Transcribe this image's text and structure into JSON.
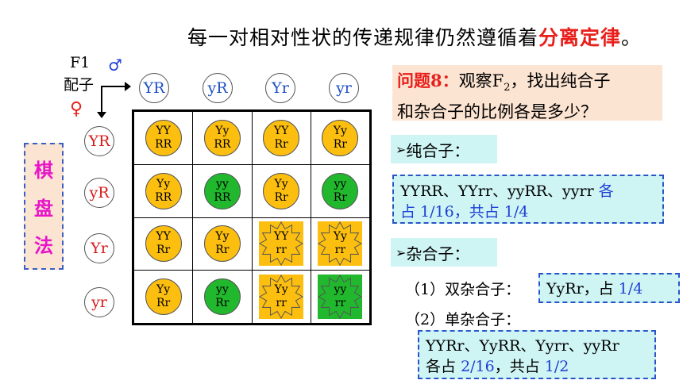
{
  "title": {
    "prefix": "每一对相对性状的传递规律仍然遵循着",
    "highlight": "分离定律",
    "suffix": "。"
  },
  "labels": {
    "f1": "F1",
    "gametes": "配子",
    "male": "♂",
    "female": "♀"
  },
  "male_gametes": [
    "YR",
    "yR",
    "Yr",
    "yr"
  ],
  "female_gametes": [
    "YR",
    "yR",
    "Yr",
    "yr"
  ],
  "punnett": [
    [
      {
        "top": "YY",
        "bottom": "RR",
        "style": "yellow"
      },
      {
        "top": "Yy",
        "bottom": "RR",
        "style": "yellow"
      },
      {
        "top": "YY",
        "bottom": "Rr",
        "style": "yellow"
      },
      {
        "top": "Yy",
        "bottom": "Rr",
        "style": "yellow"
      }
    ],
    [
      {
        "top": "Yy",
        "bottom": "RR",
        "style": "yellow"
      },
      {
        "top": "yy",
        "bottom": "RR",
        "style": "green"
      },
      {
        "top": "Yy",
        "bottom": "Rr",
        "style": "yellow"
      },
      {
        "top": "yy",
        "bottom": "Rr",
        "style": "green"
      }
    ],
    [
      {
        "top": "YY",
        "bottom": "Rr",
        "style": "yellow"
      },
      {
        "top": "Yy",
        "bottom": "Rr",
        "style": "yellow"
      },
      {
        "top": "YY",
        "bottom": "rr",
        "style": "yellow-star"
      },
      {
        "top": "Yy",
        "bottom": "rr",
        "style": "yellow-star"
      }
    ],
    [
      {
        "top": "Yy",
        "bottom": "Rr",
        "style": "yellow"
      },
      {
        "top": "yy",
        "bottom": "Rr",
        "style": "green"
      },
      {
        "top": "Yy",
        "bottom": "rr",
        "style": "yellow-star"
      },
      {
        "top": "yy",
        "bottom": "rr",
        "style": "green-star"
      }
    ]
  ],
  "method": [
    "棋",
    "盘",
    "法"
  ],
  "question": {
    "label": "问题8：",
    "line1": "观察F",
    "sub": "2",
    "line1_end": "，找出纯合子",
    "line2": "和杂合子的比例各是多少？"
  },
  "homozygous": {
    "heading": "纯合子：",
    "bullet": "➢",
    "list": "YYRR、YYrr、yyRR、yyrr",
    "each": "各",
    "line2_prefix": "占",
    "each_value": "1/16",
    "total_label": "，共占",
    "total_value": "1/4"
  },
  "heterozygous": {
    "heading": "杂合子：",
    "bullet": "➢",
    "double": {
      "label": "（1）双杂合子：",
      "genotype": "YyRr，占",
      "value": "1/4"
    },
    "single": {
      "label": "（2）单杂合子：",
      "list": "YYRr、YyRR、Yyrr、yyRr",
      "each": "各占",
      "each_value": "2/16",
      "total_label": "，共占",
      "total_value": "1/2"
    }
  },
  "colors": {
    "yellow": "#fdbf0f",
    "green": "#21b82e",
    "red": "#e8201c",
    "blue": "#1d3fd6"
  }
}
